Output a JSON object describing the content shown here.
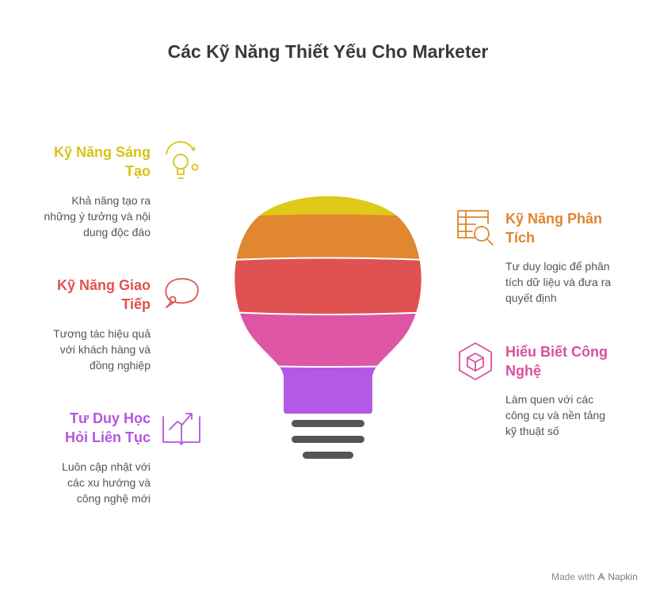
{
  "title": "Các Kỹ Năng Thiết Yếu Cho Marketer",
  "skills": [
    {
      "heading": "Kỹ Năng Sáng\nTạo",
      "desc": "Khả năng tạo ra\nnhững ý tưởng và nội\ndung độc đáo",
      "color": "#d8c318",
      "icon": "lightbulb-icon"
    },
    {
      "heading": "Kỹ Năng Giao\nTiếp",
      "desc": "Tương tác hiệu quả\nvới khách hàng và\nđồng nghiệp",
      "color": "#e05252",
      "icon": "speech-bubble-icon"
    },
    {
      "heading": "Tư Duy Học\nHỏi Liên Tục",
      "desc": "Luôn cập nhật với\ncác xu hướng và\ncông nghệ mới",
      "color": "#b356e0",
      "icon": "open-book-trend-icon"
    },
    {
      "heading": "Kỹ Năng Phân\nTích",
      "desc": "Tư duy logic để phân\ntích dữ liệu và đưa ra\nquyết định",
      "color": "#e08530",
      "icon": "table-magnifier-icon"
    },
    {
      "heading": "Hiểu Biết Công\nNghệ",
      "desc": "Làm quen với các\ncông cụ và nền tảng\nkỹ thuật số",
      "color": "#d94f9e",
      "icon": "hexagon-cube-icon"
    }
  ],
  "bulb_colors": {
    "top": "#dfc91a",
    "orange": "#e08730",
    "red": "#e05252",
    "pink": "#de55a6",
    "purple": "#b25ae3",
    "base": "#555555"
  },
  "footer": {
    "made_with": "Made with",
    "brand": "Napkin"
  }
}
